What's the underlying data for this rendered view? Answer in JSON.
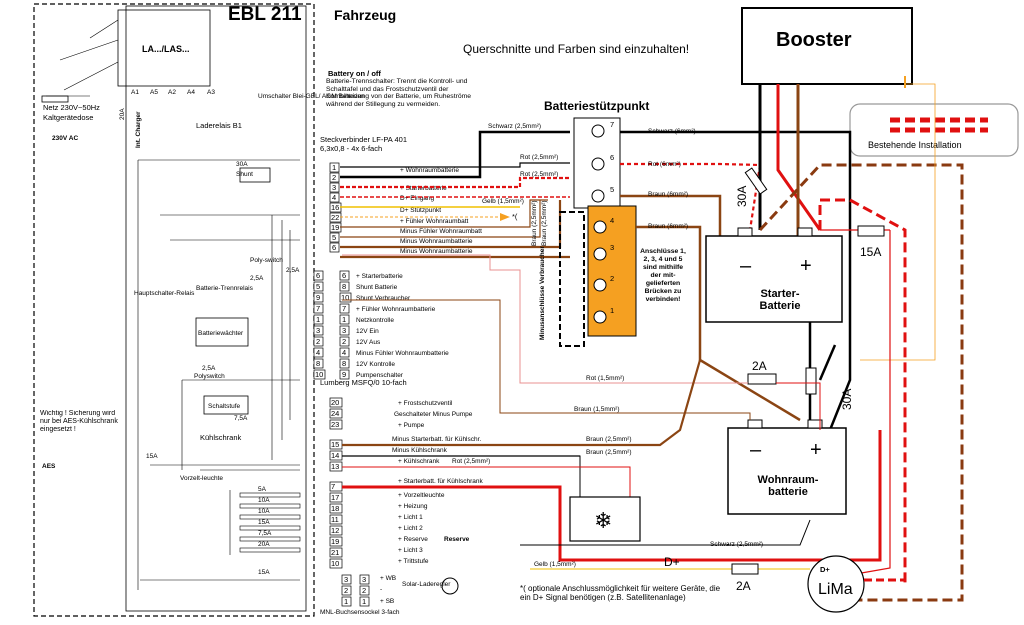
{
  "header": {
    "device": "EBL 211",
    "vehicle": "Fahrzeug",
    "note": "Querschnitte und Farben sind einzuhalten!"
  },
  "booster": {
    "label": "Booster"
  },
  "legend": {
    "existing": "Bestehende Installation"
  },
  "left_panel": {
    "mains": "Netz 230V~50Hz",
    "mains2": "Kaltgerätedose",
    "mains3": "230V AC",
    "la": "LA.../LAS...",
    "pins": [
      "A1",
      "A5",
      "A2",
      "A4",
      "A3"
    ],
    "charger": "Int. Charger",
    "fuse20": "20A",
    "loader_relay": "Laderelais B1",
    "fuse30": "30A",
    "shunt": "Shunt",
    "switch_label": "Umschalter Blei-GEL/ AGM Batterien",
    "main_relay": "Hauptschalter-Relais",
    "sep_relay": "Batterie-Trennrelais",
    "polyswitch": "Poly-switch",
    "polyswitch_a": "2,5A",
    "polyswitch_b": "2,5A",
    "bw": "Batteriewächter",
    "sw25": "2,5A",
    "sw25b": "Polyswitch",
    "switchstage": "Schaltstufe",
    "fuse75": "7,5A",
    "fridge": "Kühlschrank",
    "warning": "Wichtig ! Sicherung wird nur bei AES-Kühlschrank eingesetzt !",
    "fuse15": "15A",
    "pre_glow": "Vorzelt-leuchte",
    "fuses": [
      "5A",
      "10A",
      "10A",
      "15A",
      "7,5A",
      "20A"
    ],
    "fuse15b": "15A",
    "aes": "AES"
  },
  "battery_switch": {
    "title": "Battery on / off",
    "text": "Batterie-Trennschalter: Trennt die Kontroll- und Schalttafel und das Frostschutzventil der Kombiheizung von der Batterie, um Ruheströme während der Stillegung zu vermeiden."
  },
  "connector_lf": {
    "title": "Steckverbinder LF-PA 401",
    "sub": "6,3x0,8 - 4x 6-fach",
    "pins": [
      "1",
      "2",
      "3",
      "4",
      "16",
      "22",
      "19",
      "5",
      "6"
    ],
    "labels": [
      "",
      "+ Wohnraumbatterie",
      "",
      "+ Starterbatterie",
      "D+ Eingang",
      "D+ Stützpunkt",
      "+ Fühler Wohnraumbatt",
      "Minus Fühler Wohnraumbatt",
      "Minus Wohnraumbatterie"
    ],
    "extra": "Minus Wohnraumbatterie"
  },
  "connector_lmsfq": {
    "title": "Lumberg MSFQ/0 10-fach",
    "pins_left": [
      "6",
      "5",
      "9",
      "7",
      "1",
      "3",
      "2",
      "4",
      "8",
      "10"
    ],
    "pins_right": [
      "6",
      "8",
      "10",
      "7",
      "1",
      "3",
      "2",
      "4",
      "8",
      "9"
    ],
    "labels": [
      "+ Starterbatterie",
      "Shunt Batterie",
      "Shunt Verbraucher",
      "+ Fühler Wohnraumbatterie",
      "Netzkontrolle",
      "12V Ein",
      "12V Aus",
      "Minus Fühler Wohnraumbatterie",
      "12V Kontrolle",
      "Pumpenschalter"
    ]
  },
  "connector_mid": {
    "pins": [
      "20",
      "24",
      "23"
    ],
    "labels": [
      "+ Frostschutzventil",
      "Geschalteter Minus Pumpe",
      "+ Pumpe"
    ]
  },
  "connector_fridge": {
    "pins": [
      "15",
      "14",
      "13"
    ],
    "labels": [
      "Minus Starterbatt. für Kühlschr.",
      "Minus Kühlschrank",
      "+ Kühlschrank"
    ]
  },
  "connector_out": {
    "pins": [
      "7",
      "17",
      "18",
      "11",
      "12",
      "19",
      "21",
      "10"
    ],
    "labels": [
      "+ Starterbatt. für Kühlschrank",
      "+ Vorzeltleuchte",
      "+ Heizung",
      "+ Licht 1",
      "+ Licht 2",
      "+ Reserve",
      "+ Licht 3",
      "+ Trittstufe"
    ],
    "reserve": "Reserve"
  },
  "connector_solar": {
    "title": "MNL-Buchsensockel 3-fach",
    "pins": [
      "3",
      "2",
      "1"
    ],
    "pins_r": [
      "3",
      "2",
      "1"
    ],
    "labels": [
      "+ WB",
      "-",
      "+ SB"
    ],
    "solar": "Solar-Laderegler"
  },
  "stuetzpunkt": {
    "title": "Batteriestützpunkt",
    "numbers": [
      "7",
      "6",
      "5",
      "4",
      "3",
      "2",
      "1"
    ],
    "minus": "Minusanschlüsse Verbraucher",
    "note": "Anschlüsse 1, 2, 3, 4 und 5 sind mithilfe der mit-gelieferten Brücken zu verbinden!"
  },
  "wires": {
    "schwarz25": "Schwarz (2,5mm²)",
    "rot25a": "Rot (2,5mm²)",
    "rot25b": "Rot (2,5mm²)",
    "gelb15": "Gelb (1,5mm²)",
    "braun25v1": "Braun (2,5mm²)",
    "braun25v2": "Braun (2,5mm²)",
    "schwarz6": "Schwarz (6mm²)",
    "rot6": "Rot (6mm²)",
    "braun6a": "Braun (6mm²)",
    "braun6b": "Braun (6mm²)",
    "rot15": "Rot (1,5mm²)",
    "braun15": "Braun (1,5mm²)",
    "braun25c": "Braun (2,5mm²)",
    "braun25d": "Braun (2,5mm²)",
    "rot25c": "Rot (2,5mm²)",
    "schwarz25b": "Schwarz (2,5mm²)",
    "gelb15b": "Gelb (1,5mm²)",
    "dplus": "D+"
  },
  "starter_battery": {
    "label": "Starter-Batterie",
    "minus": "–",
    "plus": "+"
  },
  "living_battery": {
    "label": "Wohnraum-batterie",
    "minus": "–",
    "plus": "+"
  },
  "fuses_right": {
    "f30a": "30A",
    "f15a": "15A",
    "f2a": "2A",
    "f30b": "30A",
    "f2b": "2A"
  },
  "lima": {
    "dplus": "D+",
    "label": "LiMa"
  },
  "footnote": "*( optionale Anschlussmöglichkeit für weitere Geräte, die ein D+ Signal benötigen (z.B. Satellitenanlage)",
  "star": "*(",
  "colors": {
    "red": "#e01010",
    "brown": "#8b4513",
    "dashbrown": "#8a3a10",
    "orange": "#f5a021",
    "yellow": "#f0c000",
    "pink": "#e89090"
  }
}
